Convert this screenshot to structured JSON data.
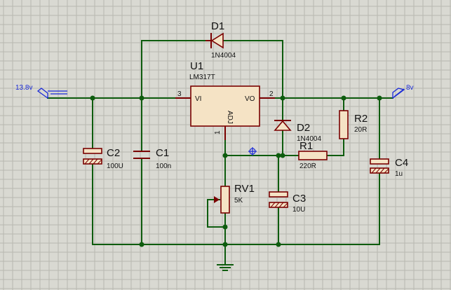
{
  "nets": {
    "input": "13.8v",
    "output": "8v"
  },
  "regulator": {
    "ref": "U1",
    "part": "LM317T",
    "pin_vi": "VI",
    "pin_vo": "VO",
    "pin_adj": "ADJ",
    "pin_3": "3",
    "pin_2": "2",
    "pin_1": "1"
  },
  "d1": {
    "ref": "D1",
    "value": "1N4004"
  },
  "d2": {
    "ref": "D2",
    "value": "1N4004"
  },
  "r1": {
    "ref": "R1",
    "value": "220R"
  },
  "r2": {
    "ref": "R2",
    "value": "20R"
  },
  "rv1": {
    "ref": "RV1",
    "value": "5K"
  },
  "c1": {
    "ref": "C1",
    "value": "100n"
  },
  "c2": {
    "ref": "C2",
    "value": "100U"
  },
  "c3": {
    "ref": "C3",
    "value": "10U"
  },
  "c4": {
    "ref": "C4",
    "value": "1u"
  }
}
